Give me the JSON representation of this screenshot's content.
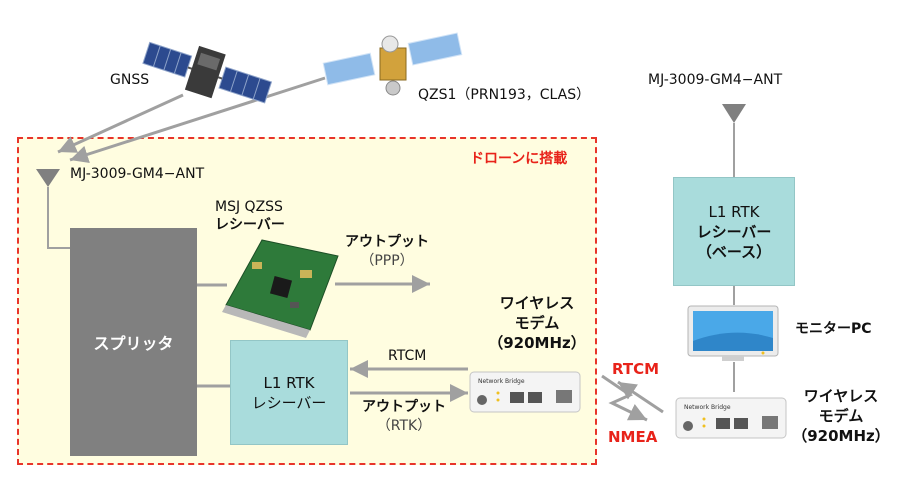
{
  "satellites": {
    "gnss_label": "GNSS",
    "qzs_label": "QZS1（PRN193，CLAS）"
  },
  "drone": {
    "label": "ドローンに搭載",
    "antenna_label": "MJ-3009-GM4−ANT",
    "splitter_label": "スプリッタ",
    "msj_receiver": {
      "line1": "MSJ QZSS",
      "line2": "レシーバー"
    },
    "output_ppp": {
      "line1": "アウトプット",
      "line2": "（PPP）"
    },
    "l1_rtk": {
      "line1": "L1 RTK",
      "line2": "レシーバー"
    },
    "rtcm_label": "RTCM",
    "output_rtk": {
      "line1": "アウトプット",
      "line2": "（RTK）"
    },
    "modem": {
      "line1": "ワイヤレス",
      "line2": "モデム",
      "line3": "（920MHz）"
    },
    "modem_brand": "Network Bridge"
  },
  "base": {
    "antenna_label": "MJ-3009-GM4−ANT",
    "l1_rtk": {
      "line1": "L1 RTK",
      "line2": "レシーバー",
      "line3": "（ベース）"
    },
    "monitor_label": "モニターPC",
    "modem": {
      "line1": "ワイヤレス",
      "line2": "モデム",
      "line3": "（920MHz）"
    },
    "modem_brand": "Network Bridge"
  },
  "link": {
    "rtcm": "RTCM",
    "nmea": "NMEA"
  },
  "colors": {
    "accent_red": "#e8231a",
    "rtk_box": "#a9dcdc",
    "splitter": "#808080",
    "arrow": "#a0a0a0"
  }
}
